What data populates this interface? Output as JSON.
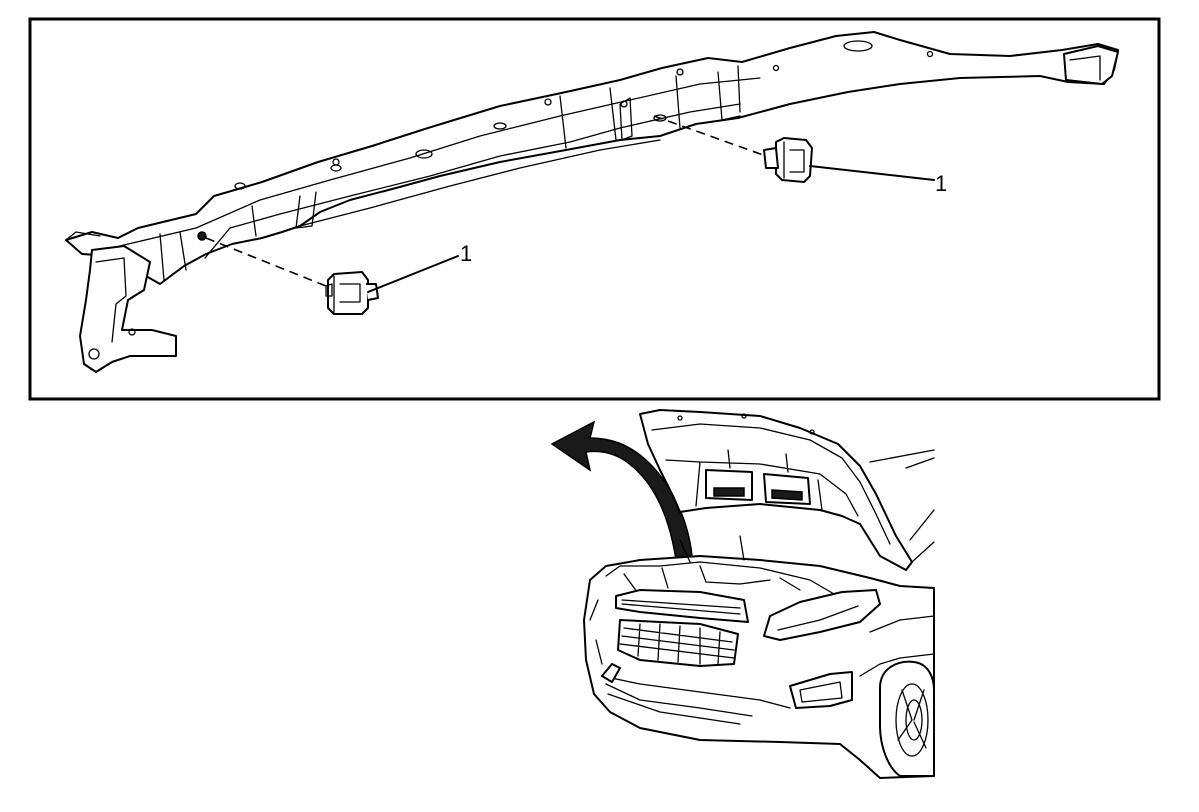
{
  "diagram": {
    "callouts": [
      {
        "id": "left-sensor-callout",
        "label": "1"
      },
      {
        "id": "right-sensor-callout",
        "label": "1"
      }
    ],
    "colors": {
      "ink": "#000000",
      "paper": "#ffffff"
    }
  }
}
